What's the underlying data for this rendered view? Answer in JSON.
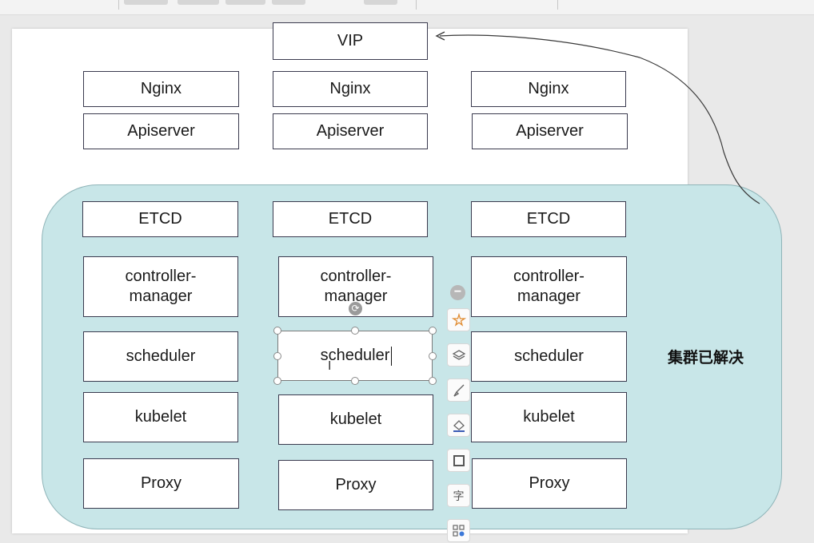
{
  "vip_label": "VIP",
  "columns": [
    {
      "nginx": "Nginx",
      "apiserver": "Apiserver",
      "etcd": "ETCD",
      "controller": "controller-manager",
      "scheduler": "scheduler",
      "kubelet": "kubelet",
      "proxy": "Proxy"
    },
    {
      "nginx": "Nginx",
      "apiserver": "Apiserver",
      "etcd": "ETCD",
      "controller": "controller-manager",
      "scheduler": "scheduler",
      "kubelet": "kubelet",
      "proxy": "Proxy"
    },
    {
      "nginx": "Nginx",
      "apiserver": "Apiserver",
      "etcd": "ETCD",
      "controller": "controller-manager",
      "scheduler": "scheduler",
      "kubelet": "kubelet",
      "proxy": "Proxy"
    }
  ],
  "cluster_note": "集群已解决",
  "colors": {
    "cluster_fill": "#c8e6e8",
    "box_border": "#3a3a4e"
  },
  "toolbar_icons": [
    "collapse-icon",
    "animation-icon",
    "layers-icon",
    "brush-icon",
    "fill-icon",
    "border-icon",
    "text-style-icon",
    "more-icon"
  ]
}
